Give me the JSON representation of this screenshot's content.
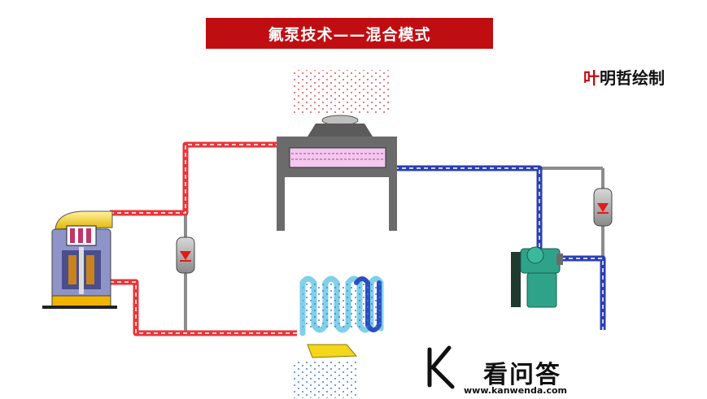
{
  "title": "氟泵技术——混合模式",
  "author": {
    "accent": "叶",
    "rest": "明哲绘制"
  },
  "watermark": {
    "text": "看问答",
    "url": "www.kanwenda.com"
  },
  "colors": {
    "hot_pipe": "#e8363a",
    "cold_pipe": "#2b3fb4",
    "title_bg": "#c00d12",
    "gray_pipe": "#8c8c8c"
  }
}
